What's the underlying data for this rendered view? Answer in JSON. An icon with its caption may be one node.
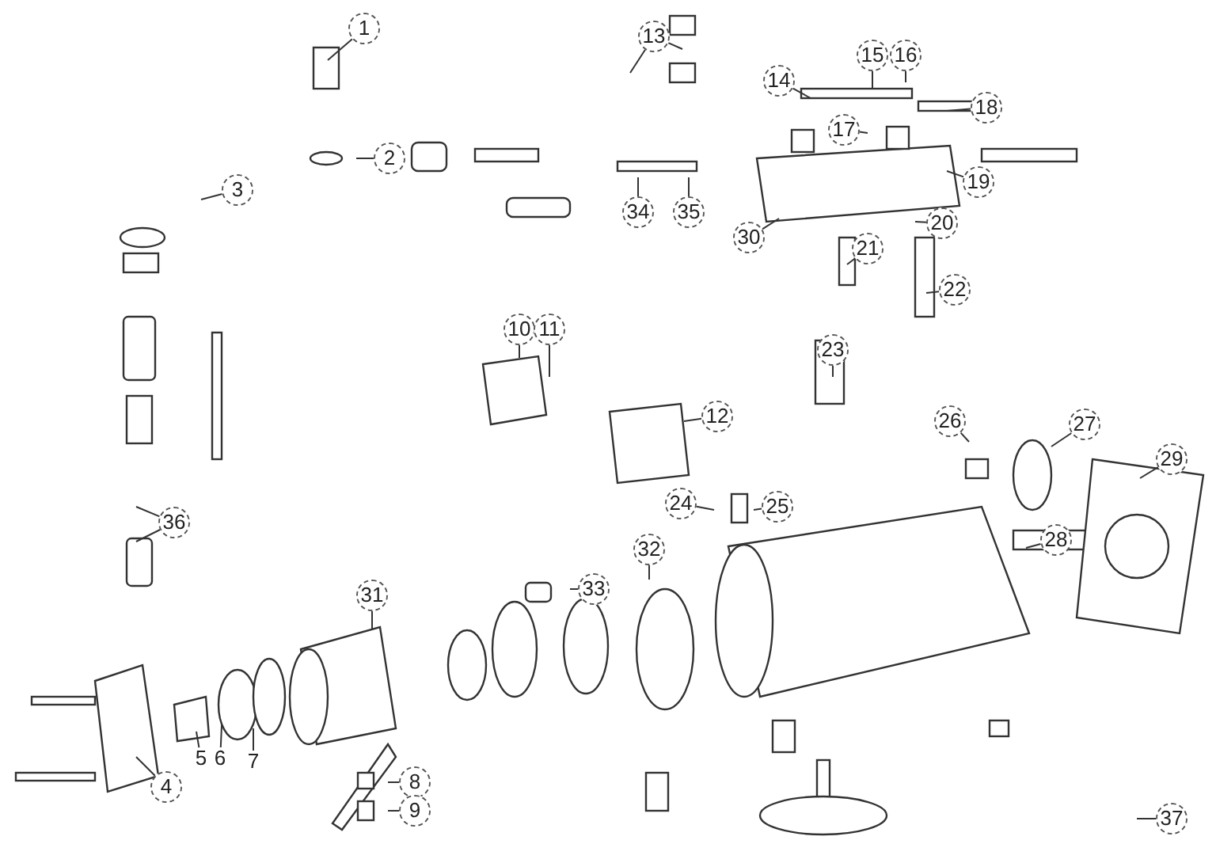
{
  "diagram": {
    "nodes": [
      {
        "text": [
          "1"
        ]
      },
      {
        "text": [
          "2"
        ]
      },
      {
        "text": [
          "3"
        ]
      },
      {
        "text": [
          "4"
        ]
      },
      {
        "text": [
          "5"
        ]
      },
      {
        "text": [
          "6"
        ]
      },
      {
        "text": [
          "7"
        ]
      },
      {
        "text": [
          "8"
        ]
      },
      {
        "text": [
          "9"
        ]
      },
      {
        "text": [
          "10"
        ]
      },
      {
        "text": [
          "11"
        ]
      },
      {
        "text": [
          "12"
        ]
      },
      {
        "text": [
          "13"
        ]
      },
      {
        "text": [
          "14"
        ]
      },
      {
        "text": [
          "15"
        ]
      },
      {
        "text": [
          "16"
        ]
      },
      {
        "text": [
          "17"
        ]
      },
      {
        "text": [
          "18"
        ]
      },
      {
        "text": [
          "19"
        ]
      },
      {
        "text": [
          "20"
        ]
      },
      {
        "text": [
          "21"
        ]
      },
      {
        "text": [
          "22"
        ]
      },
      {
        "text": [
          "23"
        ]
      },
      {
        "text": [
          "24"
        ]
      },
      {
        "text": [
          "25"
        ]
      },
      {
        "text": [
          "26"
        ]
      },
      {
        "text": [
          "27"
        ]
      },
      {
        "text": [
          "28"
        ]
      },
      {
        "text": [
          "29"
        ]
      },
      {
        "text": [
          "30"
        ]
      },
      {
        "text": [
          "31"
        ]
      },
      {
        "text": [
          "32"
        ]
      },
      {
        "text": [
          "33"
        ]
      },
      {
        "text": [
          "34"
        ]
      },
      {
        "text": [
          "35"
        ]
      },
      {
        "text": [
          "36"
        ]
      },
      {
        "text": [
          "37"
        ]
      }
    ],
    "edges": [
      {
        "from": 0,
        "to": null,
        "arrow": "none"
      },
      {
        "from": 1,
        "to": null,
        "arrow": "none"
      },
      {
        "from": 2,
        "to": null,
        "arrow": "none"
      },
      {
        "from": 3,
        "to": null,
        "arrow": "none"
      },
      {
        "from": 4,
        "to": null,
        "arrow": "none"
      },
      {
        "from": 5,
        "to": null,
        "arrow": "none"
      },
      {
        "from": 6,
        "to": null,
        "arrow": "none"
      },
      {
        "from": 7,
        "to": null,
        "arrow": "none"
      },
      {
        "from": 8,
        "to": null,
        "arrow": "none"
      },
      {
        "from": 9,
        "to": null,
        "arrow": "none"
      },
      {
        "from": 10,
        "to": null,
        "arrow": "none"
      },
      {
        "from": 11,
        "to": null,
        "arrow": "none"
      },
      {
        "from": 12,
        "to": null,
        "arrow": "none"
      },
      {
        "from": 12,
        "to": null,
        "arrow": "none"
      },
      {
        "from": 13,
        "to": null,
        "arrow": "none"
      },
      {
        "from": 14,
        "to": null,
        "arrow": "none"
      },
      {
        "from": 15,
        "to": null,
        "arrow": "none"
      },
      {
        "from": 16,
        "to": null,
        "arrow": "none"
      },
      {
        "from": 17,
        "to": null,
        "arrow": "none"
      },
      {
        "from": 18,
        "to": null,
        "arrow": "none"
      },
      {
        "from": 19,
        "to": null,
        "arrow": "none"
      },
      {
        "from": 20,
        "to": null,
        "arrow": "none"
      },
      {
        "from": 21,
        "to": null,
        "arrow": "none"
      },
      {
        "from": 22,
        "to": null,
        "arrow": "none"
      },
      {
        "from": 23,
        "to": null,
        "arrow": "none"
      },
      {
        "from": 24,
        "to": null,
        "arrow": "none"
      },
      {
        "from": 25,
        "to": null,
        "arrow": "none"
      },
      {
        "from": 26,
        "to": null,
        "arrow": "none"
      },
      {
        "from": 27,
        "to": null,
        "arrow": "none"
      },
      {
        "from": 28,
        "to": null,
        "arrow": "none"
      },
      {
        "from": 29,
        "to": null,
        "arrow": "none"
      },
      {
        "from": 30,
        "to": null,
        "arrow": "none"
      },
      {
        "from": 31,
        "to": null,
        "arrow": "none"
      },
      {
        "from": 32,
        "to": null,
        "arrow": "none"
      },
      {
        "from": 33,
        "to": null,
        "arrow": "none"
      },
      {
        "from": 34,
        "to": null,
        "arrow": "none"
      },
      {
        "from": 35,
        "to": null,
        "arrow": "none"
      },
      {
        "from": 35,
        "to": null,
        "arrow": "none"
      },
      {
        "from": 36,
        "to": null,
        "arrow": "none"
      }
    ]
  }
}
